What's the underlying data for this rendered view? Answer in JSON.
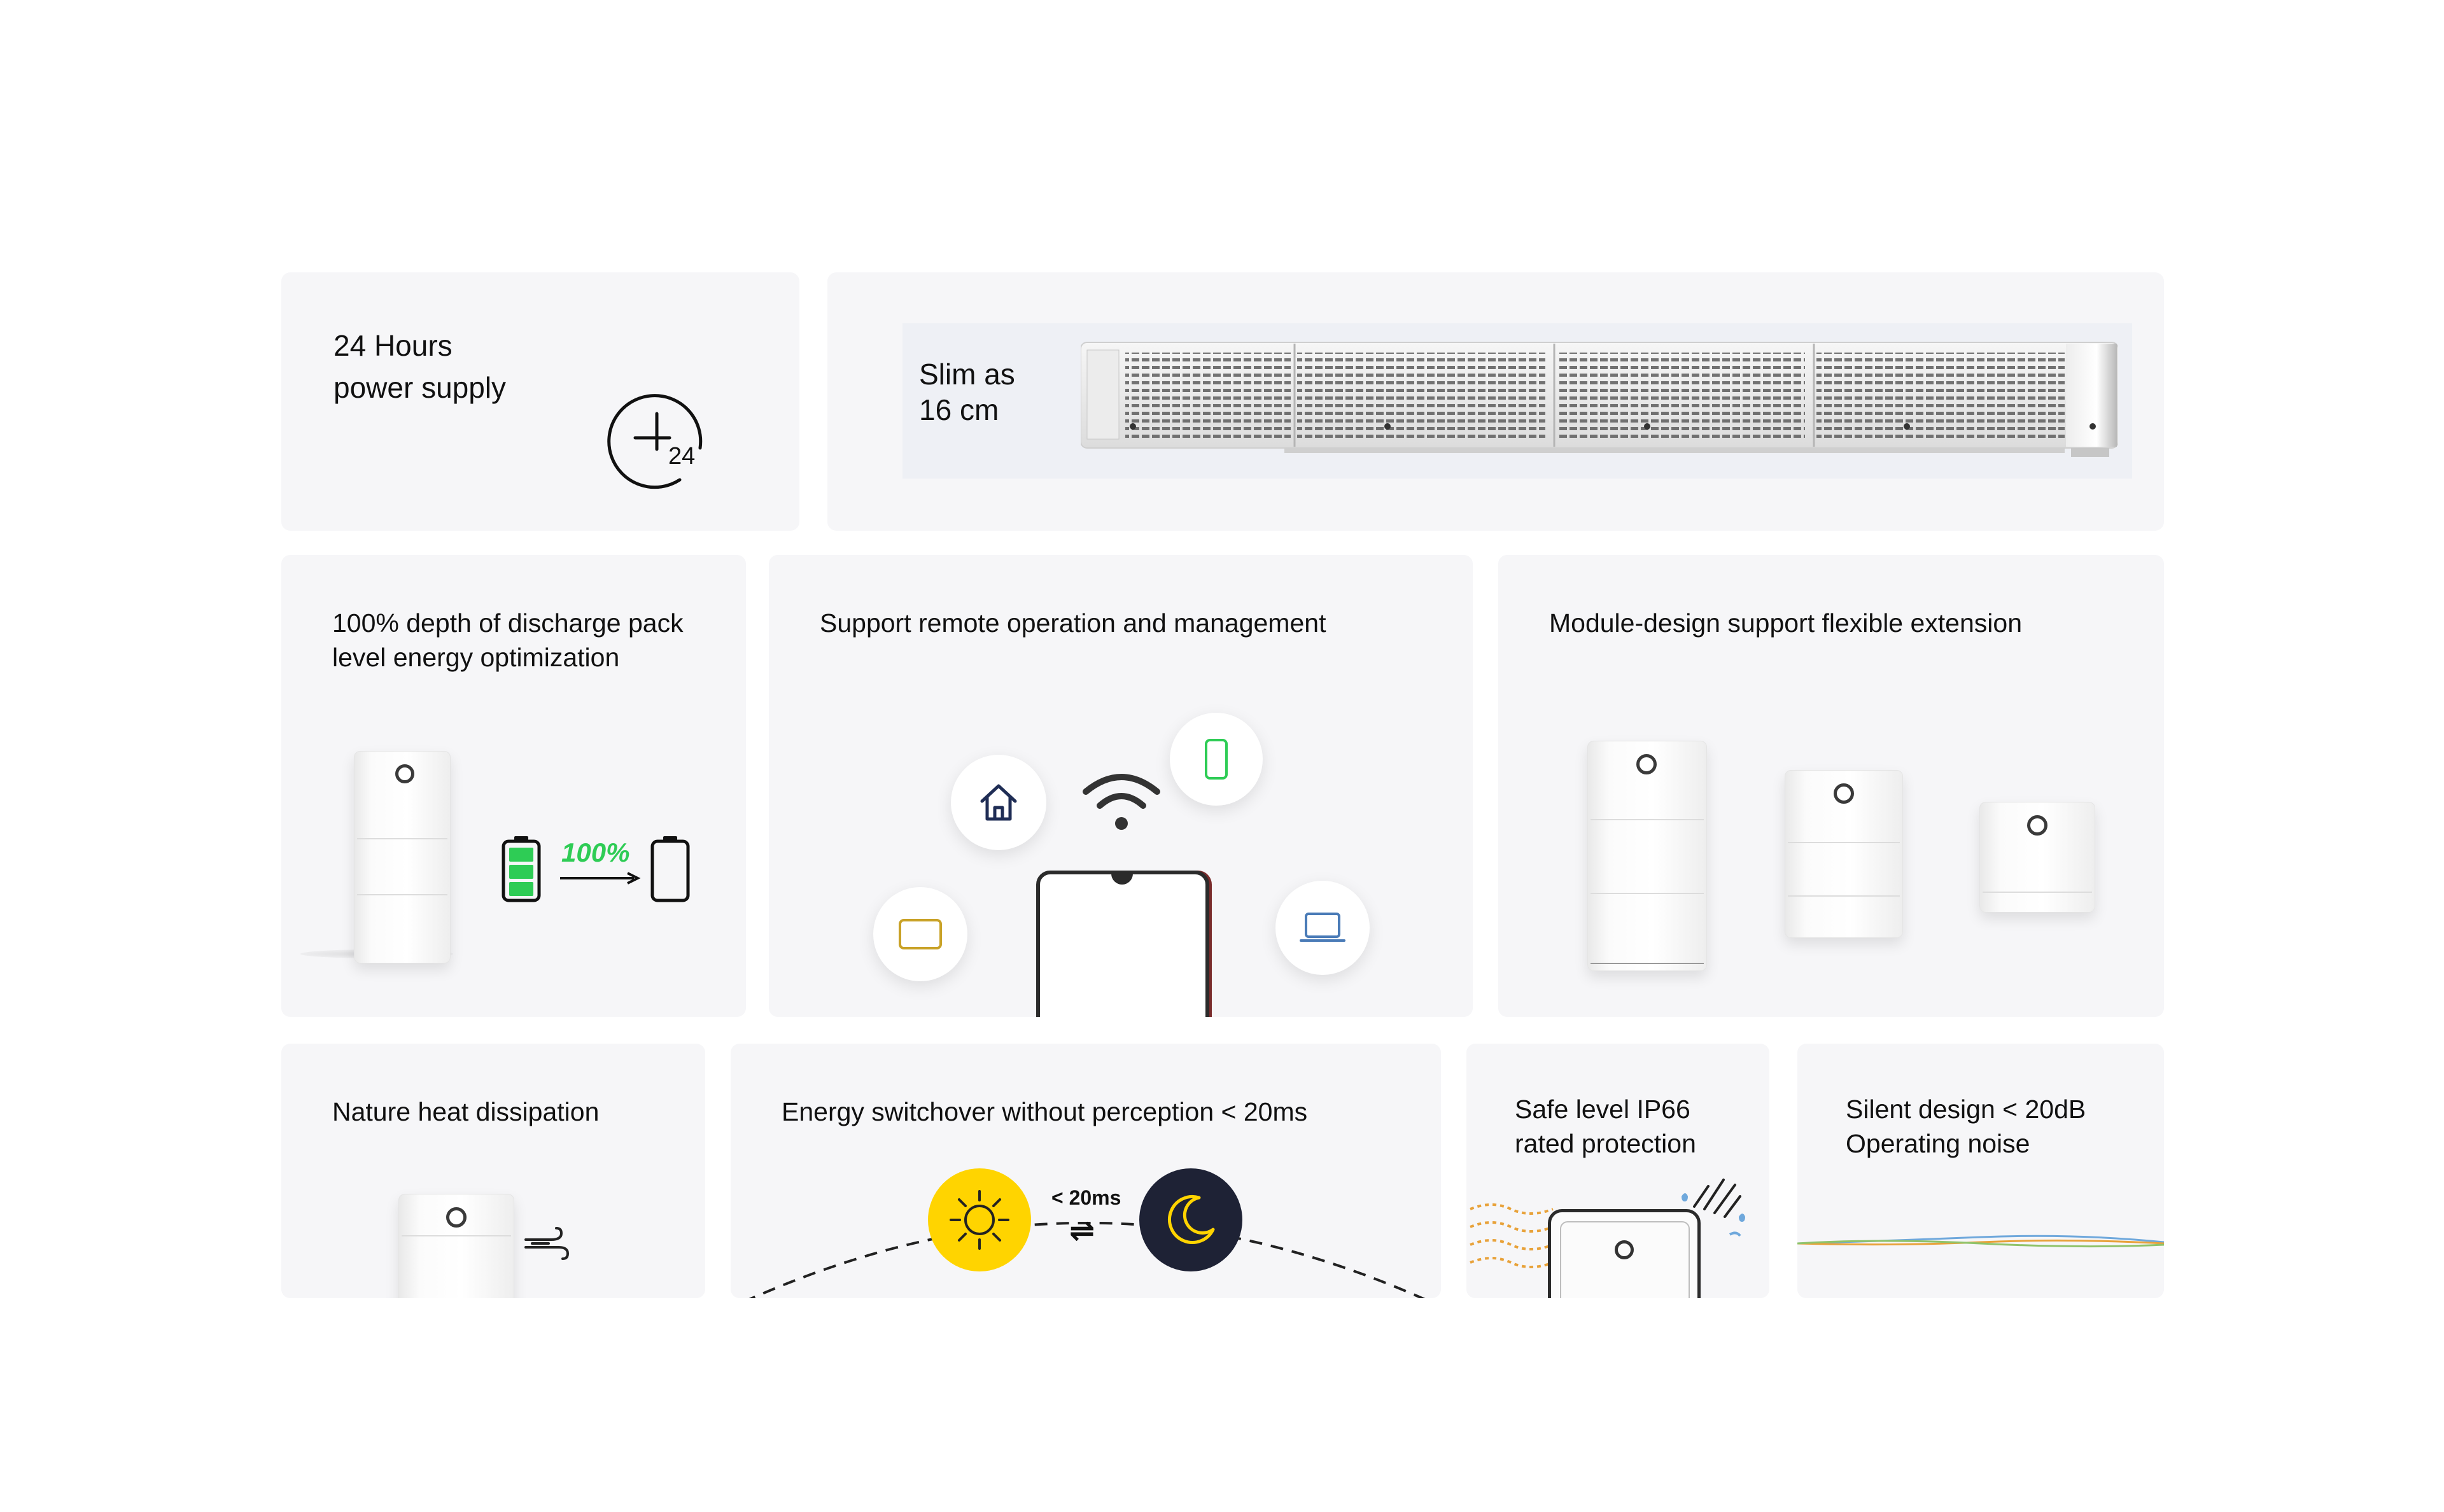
{
  "cards": {
    "power_supply": {
      "title": "24 Hours\npower supply",
      "clock_label": "24"
    },
    "slim": {
      "title": "Slim as\n16 cm"
    },
    "discharge": {
      "title": "100% depth of discharge pack\nlevel energy optimization",
      "percent_label": "100%"
    },
    "remote": {
      "title": "Support remote operation and management"
    },
    "module": {
      "title": "Module-design support flexible extension"
    },
    "heat": {
      "title": "Nature heat dissipation"
    },
    "switchover": {
      "title": "Energy switchover without perception < 20ms",
      "time_label": "< 20ms",
      "swap_symbol": "⇌"
    },
    "ip66": {
      "title": "Safe level IP66\nrated protection"
    },
    "silent": {
      "title": "Silent design < 20dB\nOperating noise"
    }
  },
  "icons": [
    "clock-icon",
    "battery-full-icon",
    "battery-empty-icon",
    "arrow-right-icon",
    "wifi-icon",
    "home-icon",
    "smartphone-icon",
    "tablet-icon",
    "laptop-icon",
    "sun-icon",
    "moon-icon",
    "wind-icon",
    "water-drop-icon"
  ],
  "colors": {
    "card_bg": "#f6f6f8",
    "battery_green": "#2ecc55",
    "sun_yellow": "#ffd400",
    "night_navy": "#1e2235",
    "icon_navy": "#1f2d55",
    "tablet_gold": "#c9a227",
    "laptop_blue": "#4a7bb7",
    "wave_orange": "#e8a23a",
    "wave_blue": "#6fa8dc",
    "wave_green": "#8fc36a"
  }
}
